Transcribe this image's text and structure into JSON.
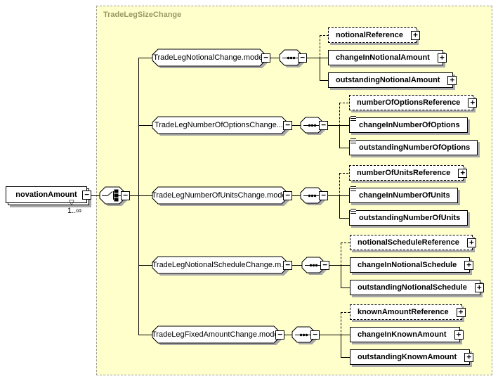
{
  "diagram": {
    "container": {
      "label": "TradeLegSizeChange"
    },
    "root": {
      "name": "novationAmount",
      "cardinality": "1..∞"
    },
    "glyphs": {
      "minus": "−",
      "plus": "+",
      "occurs_triangle": "▽"
    },
    "connectors": {
      "choice": "choice",
      "sequence": "sequence"
    },
    "branches": [
      {
        "label": "TradeLegNotionalChange.model",
        "children": [
          {
            "name": "notionalReference"
          },
          {
            "name": "changeInNotionalAmount"
          },
          {
            "name": "outstandingNotionalAmount"
          }
        ]
      },
      {
        "label": "TradeLegNumberOfOptionsChange....",
        "children": [
          {
            "name": "numberOfOptionsReference"
          },
          {
            "name": "changeInNumberOfOptions"
          },
          {
            "name": "outstandingNumberOfOptions"
          }
        ]
      },
      {
        "label": "TradeLegNumberOfUnitsChange.model",
        "children": [
          {
            "name": "numberOfUnitsReference"
          },
          {
            "name": "changeInNumberOfUnits"
          },
          {
            "name": "outstandingNumberOfUnits"
          }
        ]
      },
      {
        "label": "TradeLegNotionalScheduleChange.m...",
        "children": [
          {
            "name": "notionalScheduleReference"
          },
          {
            "name": "changeInNotionalSchedule"
          },
          {
            "name": "outstandingNotionalSchedule"
          }
        ]
      },
      {
        "label": "TradeLegFixedAmountChange.model",
        "children": [
          {
            "name": "knownAmountReference"
          },
          {
            "name": "changeInKnownAmount"
          },
          {
            "name": "outstandingKnownAmount"
          }
        ]
      }
    ],
    "colors": {
      "container_bg": "#ffffcc",
      "container_border": "#999999",
      "container_label": "#999966",
      "box_shadow": "#a9a9a9",
      "line": "#000000"
    }
  }
}
